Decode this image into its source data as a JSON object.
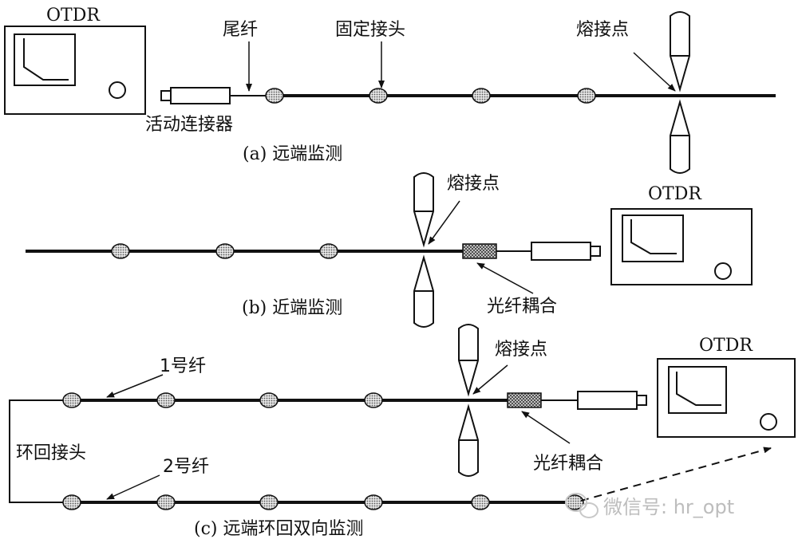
{
  "panel_a": {
    "otdr_label": "OTDR",
    "pigtail_label": "尾纤",
    "fixed_joint_label": "固定接头",
    "splice_label": "熔接点",
    "connector_label": "活动连接器",
    "caption": "(a)  远端监测"
  },
  "panel_b": {
    "otdr_label": "OTDR",
    "splice_label": "熔接点",
    "coupler_label": "光纤耦合",
    "caption": "(b)  近端监测"
  },
  "panel_c": {
    "otdr_label": "OTDR",
    "splice_label": "熔接点",
    "fiber1_label": "1号纤",
    "fiber2_label": "2号纤",
    "loop_label": "环回接头",
    "coupler_label": "光纤耦合",
    "caption": "(c)  远端环回双向监测"
  },
  "watermark": "微信号: hr_opt",
  "colors": {
    "line": "#111111",
    "joint_fill": "#9a9a9a",
    "watermark": "#bdbdbd"
  }
}
